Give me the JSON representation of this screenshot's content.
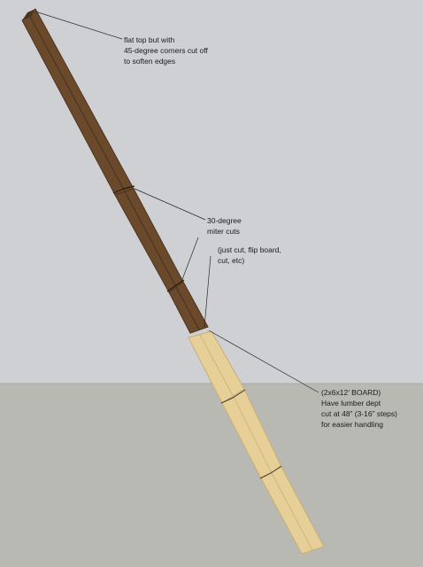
{
  "colors": {
    "sky": "#cfd0d3",
    "ground": "#b9b9b4",
    "dark_board": "#6b4a2c",
    "dark_board_shade": "#4d3420",
    "light_board": "#e7cf98",
    "light_board_shade": "#c9ae74",
    "leader_line": "#2a2a2a",
    "text": "#1a1a1a"
  },
  "callouts": {
    "flat_top": {
      "lines": [
        "flat top but with",
        "45-degree corners cut off",
        "to soften edges"
      ]
    },
    "miter": {
      "lines": [
        "30-degree",
        "miter cuts"
      ]
    },
    "just_cut": {
      "lines": [
        "(just cut, flip board,",
        "cut, etc)"
      ]
    },
    "board": {
      "lines": [
        "(2x6x12’ BOARD)",
        "Have lumber dept",
        "cut at 48” (3-16” steps)",
        "for easier handling"
      ]
    }
  }
}
